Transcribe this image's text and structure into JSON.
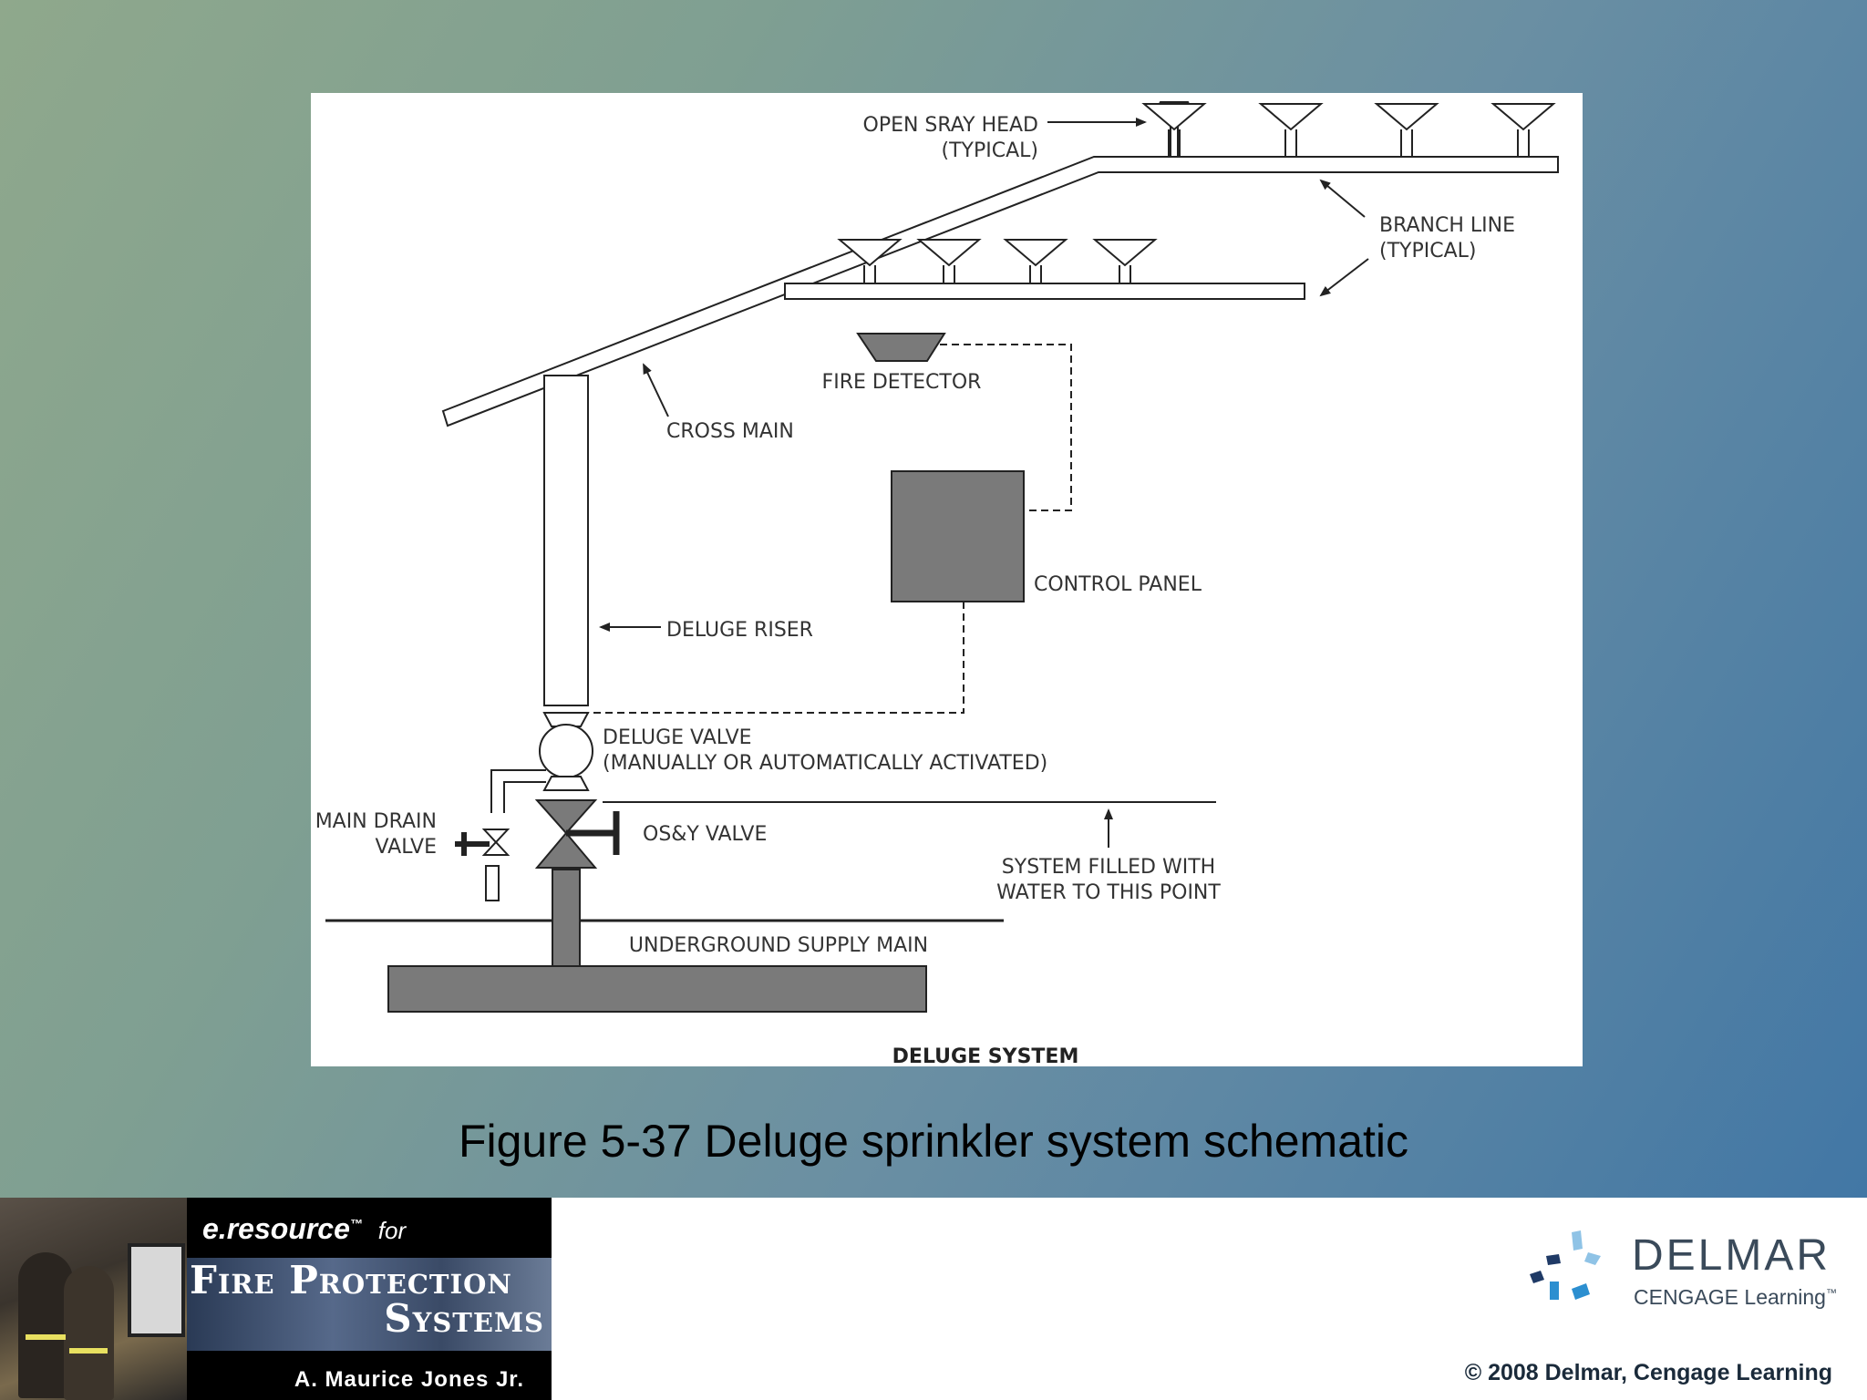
{
  "diagram": {
    "labels": {
      "open_spray_head": "OPEN SRAY HEAD",
      "open_spray_head_typical": "(TYPICAL)",
      "branch_line": "BRANCH LINE",
      "branch_line_typical": "(TYPICAL)",
      "fire_detector": "FIRE DETECTOR",
      "cross_main": "CROSS MAIN",
      "control_panel": "CONTROL PANEL",
      "deluge_riser": "DELUGE RISER",
      "deluge_valve": "DELUGE VALVE",
      "deluge_valve_note": "(MANUALLY OR AUTOMATICALLY ACTIVATED)",
      "main_drain": "MAIN DRAIN",
      "main_drain_valve": "VALVE",
      "osy_valve": "OS&Y VALVE",
      "system_filled": "SYSTEM FILLED WITH",
      "system_filled_2": "WATER TO THIS POINT",
      "underground_supply_main": "UNDERGROUND SUPPLY MAIN"
    },
    "title": "DELUGE SYSTEM",
    "colors": {
      "fill": "#7a7a7a",
      "stroke": "#222222"
    }
  },
  "caption": "Figure 5-37 Deluge sprinkler system schematic",
  "footer": {
    "book_series": "e.resource",
    "book_series_tm": "™",
    "book_for": "for",
    "book_title_line1": "Fire Protection",
    "book_title_line2": "Systems",
    "book_author": "A. Maurice Jones Jr.",
    "publisher": "DELMAR",
    "publisher_sub": "CENGAGE Learning",
    "publisher_sub_tm": "™",
    "copyright": "© 2008 Delmar, Cengage Learning"
  }
}
